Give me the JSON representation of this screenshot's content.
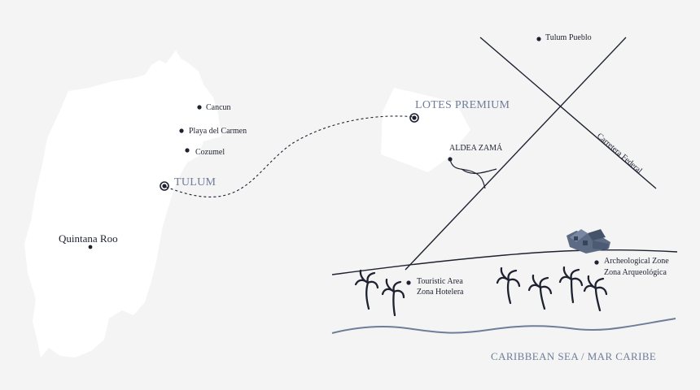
{
  "map": {
    "state": "Quintana Roo",
    "cities": {
      "cancun": "Cancun",
      "playa": "Playa del Carmen",
      "cozumel": "Cozumel",
      "tulum": "TULUM"
    },
    "lotes": "LOTES PREMIUM",
    "aldea": "ALDEA ZAMÁ",
    "tulum_pueblo": "Tulum Pueblo",
    "road": "Carretera Federal",
    "touristic": {
      "line1": "Touristic Area",
      "line2": "Zona Hotelera"
    },
    "archeo": {
      "line1": "Archeological Zone",
      "line2": "Zona Arqueológica"
    },
    "sea": "CARIBBEAN SEA / MAR CARIBE"
  },
  "colors": {
    "background": "#f4f4f4",
    "land": "#ffffff",
    "ink": "#1e2230",
    "accent": "#6f7d99",
    "ruin": "#5e6b85"
  },
  "icons": [
    "palm-tree-icon",
    "ruins-icon",
    "location-dot-icon"
  ]
}
